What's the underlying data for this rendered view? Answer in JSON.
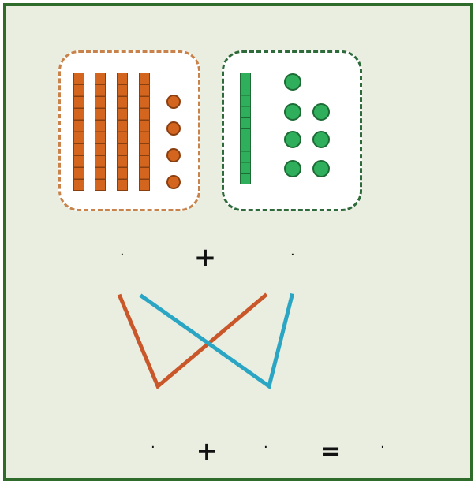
{
  "row1": {
    "first_blank": "·",
    "operator": "+",
    "second_blank": "·"
  },
  "row2": {
    "first_blank": "·",
    "plus": "+",
    "second_blank": "·",
    "equals": "=",
    "result_blank": "·"
  },
  "groups": {
    "orange": {
      "tens_rods": 4,
      "ones": 4,
      "color": "#d4651f",
      "border": "#c9834a"
    },
    "green": {
      "tens_rods": 1,
      "ones": 7,
      "color": "#2fae5c",
      "border": "#2f6b3a"
    }
  },
  "colors": {
    "frame": "#2f6b2a",
    "background": "#e9eee1",
    "line_orange": "#c9572a",
    "line_blue": "#2aa6c4"
  }
}
